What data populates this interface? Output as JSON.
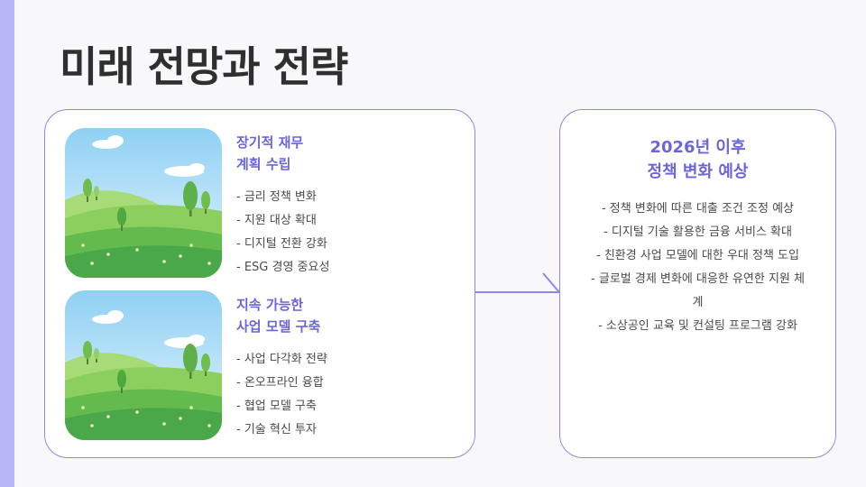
{
  "page": {
    "title": "미래 전망과 전략"
  },
  "strategies": [
    {
      "title_line1": "장기적 재무",
      "title_line2": "계획 수립",
      "items": [
        "- 금리 정책 변화",
        "- 지원 대상 확대",
        "- 디지털 전환 강화",
        "- ESG 경영 중요성"
      ]
    },
    {
      "title_line1": "지속 가능한",
      "title_line2": "사업 모델 구축",
      "items": [
        "- 사업 다각화 전략",
        "- 온오프라인 융합",
        "- 협업 모델 구축",
        "- 기술 혁신 투자"
      ]
    }
  ],
  "outlook": {
    "title_line1": "2026년 이후",
    "title_line2": "정책 변화 예상",
    "items": [
      "- 정책 변화에 따른 대출 조건 조정 예상",
      "- 디지털 기술 활용한 금융 서비스 확대",
      "- 친환경 사업 모델에 대한 우대 정책 도입",
      "- 글로벌 경제 변화에 대응한 유연한 지원 체계",
      "- 소상공인 교육 및 컨설팅 프로그램 강화"
    ]
  },
  "colors": {
    "accent": "#6b66d8",
    "border": "#8c88e6",
    "left_bar": "#b9b6f7"
  },
  "icons": {
    "illustration": "landscape-illustration"
  }
}
